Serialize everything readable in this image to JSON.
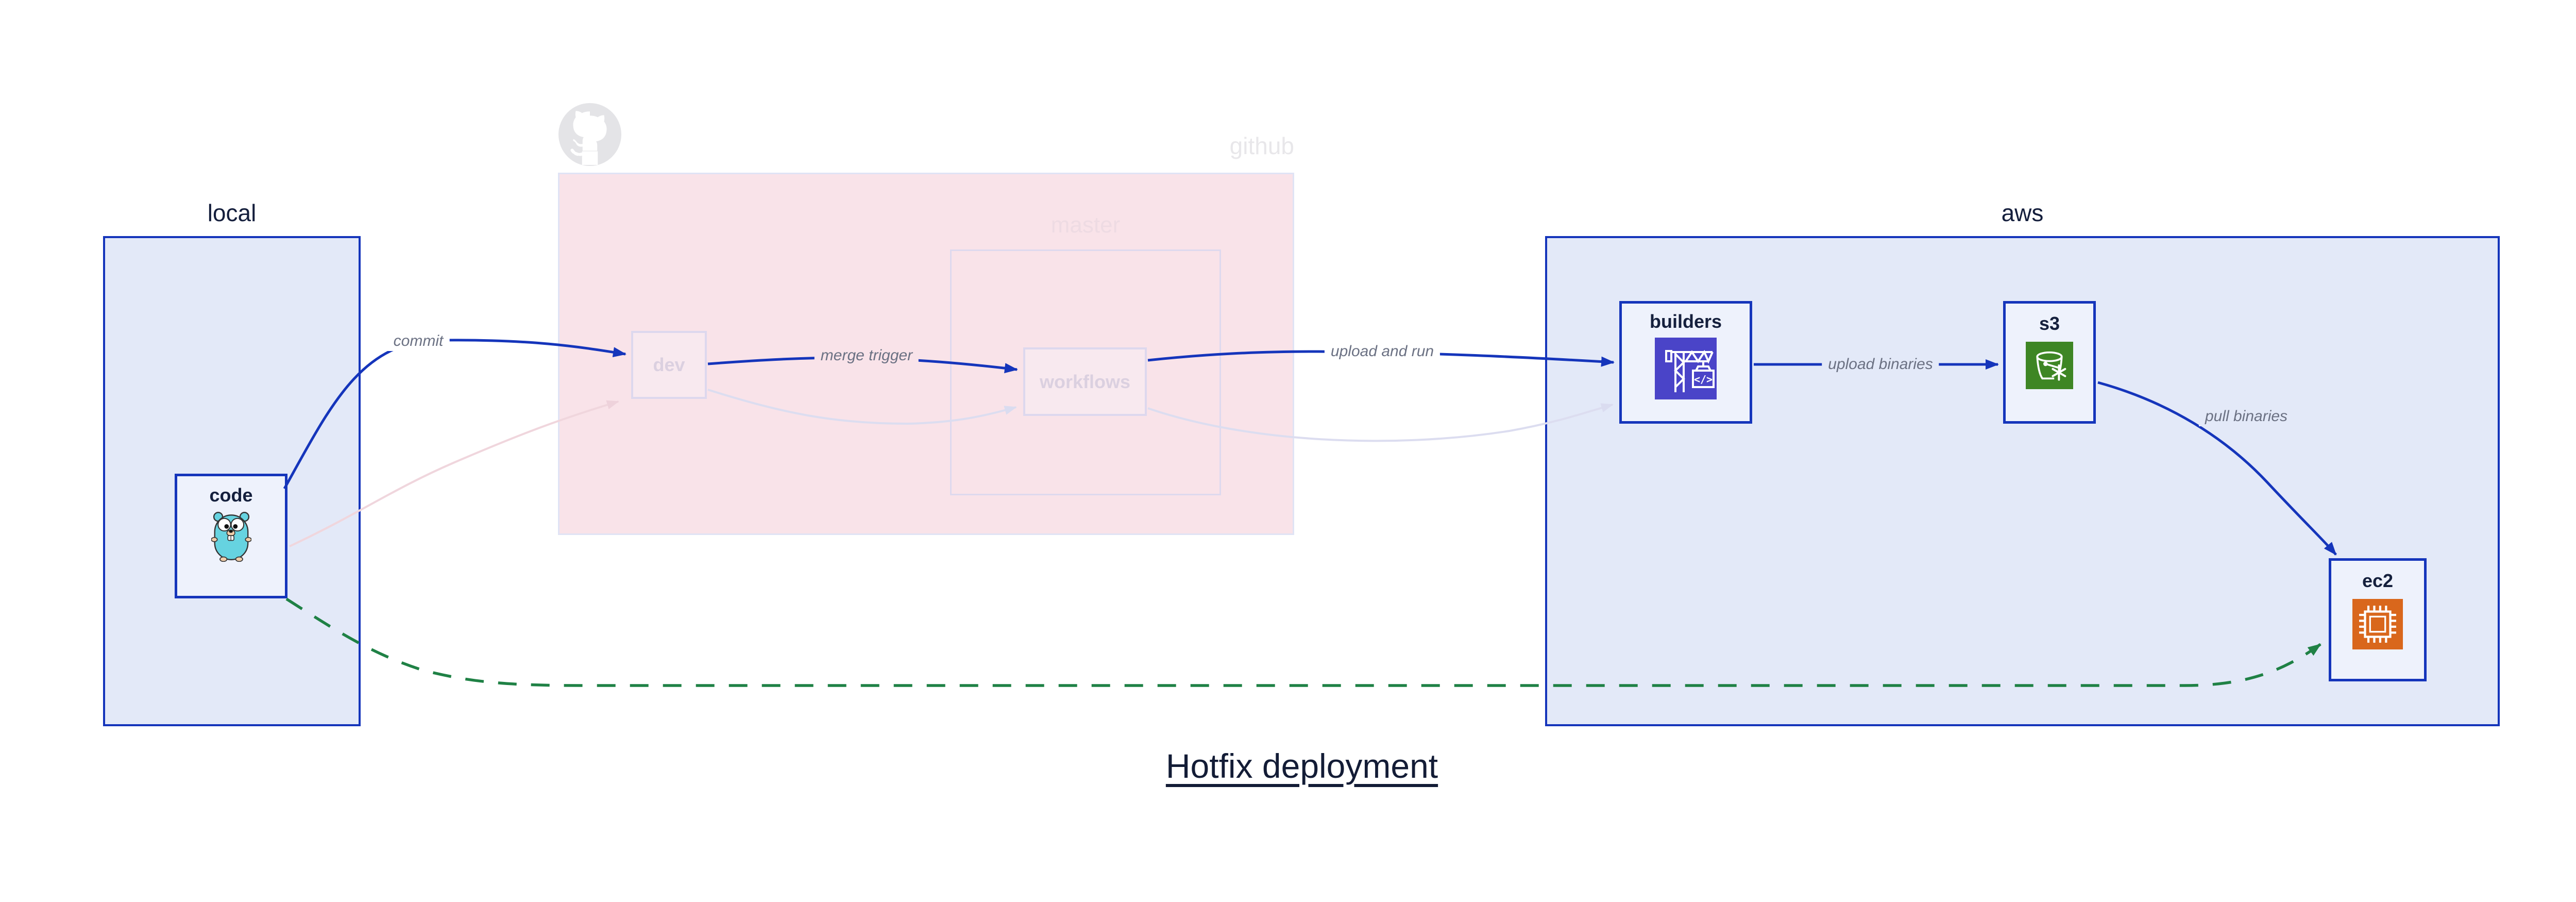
{
  "diagram_title": "Hotfix deployment",
  "containers": {
    "local": {
      "label": "local"
    },
    "github": {
      "label": "github"
    },
    "master": {
      "label": "master"
    },
    "aws": {
      "label": "aws"
    }
  },
  "nodes": {
    "code": {
      "label": "code",
      "icon": "go-gopher-icon"
    },
    "dev": {
      "label": "dev"
    },
    "workflows": {
      "label": "workflows"
    },
    "builders": {
      "label": "builders",
      "icon": "codebuild-crane-icon"
    },
    "s3": {
      "label": "s3",
      "icon": "s3-glacier-bucket-icon"
    },
    "ec2": {
      "label": "ec2",
      "icon": "ec2-chip-icon"
    }
  },
  "edges": {
    "commit": {
      "label": "commit"
    },
    "merge_trigger": {
      "label": "merge trigger"
    },
    "upload_and_run": {
      "label": "upload and run"
    },
    "upload_binaries": {
      "label": "upload binaries"
    },
    "pull_binaries": {
      "label": "pull binaries"
    }
  },
  "colors": {
    "accent_blue": "#1535bb",
    "container_fill": "#e3e9f8",
    "node_fill": "#eef2fc",
    "github_fill": "#f9e3e9",
    "faded_border": "#ded9ee",
    "faded_pink_edge": "#f0d6dd",
    "faded_lavender_edge": "#dcddf0",
    "green_dashed": "#1f8145",
    "edge_label_gray": "#6b7183",
    "text_navy": "#141e3c",
    "codebuild_indigo": "#4a44c8",
    "s3_green": "#3e8624",
    "ec2_orange": "#d9671c",
    "gopher_teal": "#66d3e0"
  }
}
